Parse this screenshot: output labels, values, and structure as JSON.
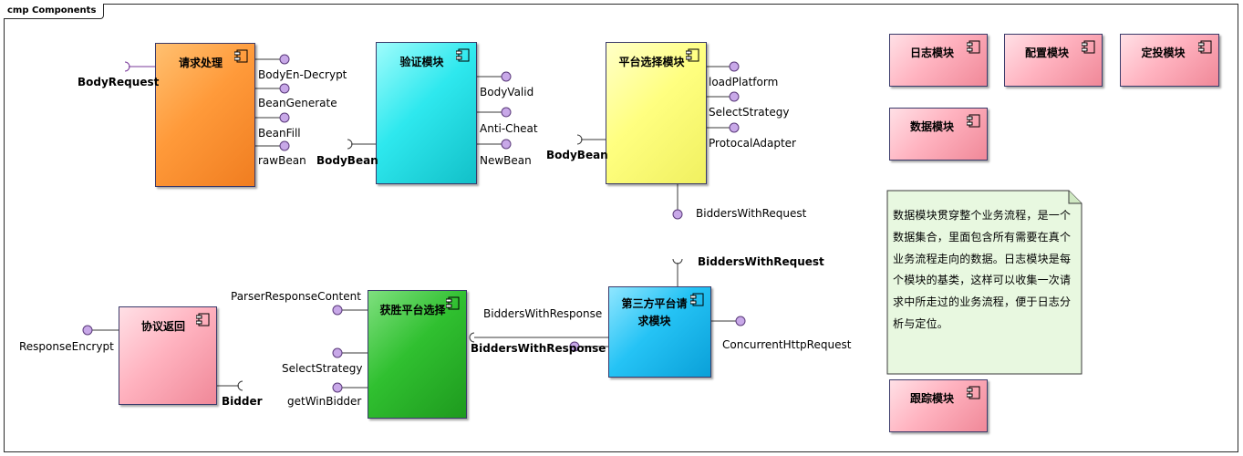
{
  "diagram": {
    "title": "cmp Components"
  },
  "components": {
    "request": "请求处理",
    "verify": "验证模块",
    "platform_select": "平台选择模块",
    "winner_select": "获胜平台选择",
    "third_party": "第三方平台请求模块",
    "protocol_return": "协议返回",
    "log": "日志模块",
    "config": "配置模块",
    "bidding": "定投模块",
    "data": "数据模块",
    "trace": "跟踪模块"
  },
  "interfaces": {
    "body_request": "BodyRequest",
    "body_en_decrypt": "BodyEn-Decrypt",
    "bean_generate": "BeanGenerate",
    "bean_fill": "BeanFill",
    "raw_bean": "rawBean",
    "body_bean_1": "BodyBean",
    "body_valid": "BodyValid",
    "anti_cheat": "Anti-Cheat",
    "new_bean": "NewBean",
    "body_bean_2": "BodyBean",
    "load_platform": "loadPlatform",
    "select_strategy_1": "SelectStrategy",
    "protocal_adapter": "ProtocalAdapter",
    "bidders_with_request_1": "BiddersWithRequest",
    "bidders_with_request_2": "BiddersWithRequest",
    "parser_response_content": "ParserResponseContent",
    "select_strategy_2": "SelectStrategy",
    "get_win_bidder": "getWinBidder",
    "bidders_with_response_1": "BiddersWithResponse",
    "bidders_with_response_2": "BiddersWithResponse",
    "concurrent_http_request": "ConcurrentHttpRequest",
    "response_encrypt": "ResponseEncrypt",
    "bidder": "Bidder"
  },
  "note": "数据模块贯穿整个业务流程，是一个数据集合，里面包含所有需要在真个业务流程走向的数据。日志模块是每个模块的基类，这样可以收集一次请求中所走过的业务流程，便于日志分析与定位。",
  "colors": {
    "orange": "#ff9a3a",
    "cyan": "#2ee8ee",
    "yellow": "#ffff80",
    "pink": "#ffb3c0",
    "green": "#30c030",
    "blue": "#25c3f5",
    "lollipop": "#c8a8e8",
    "wire": "#3a3a3a",
    "note": "#e8f8e0"
  }
}
